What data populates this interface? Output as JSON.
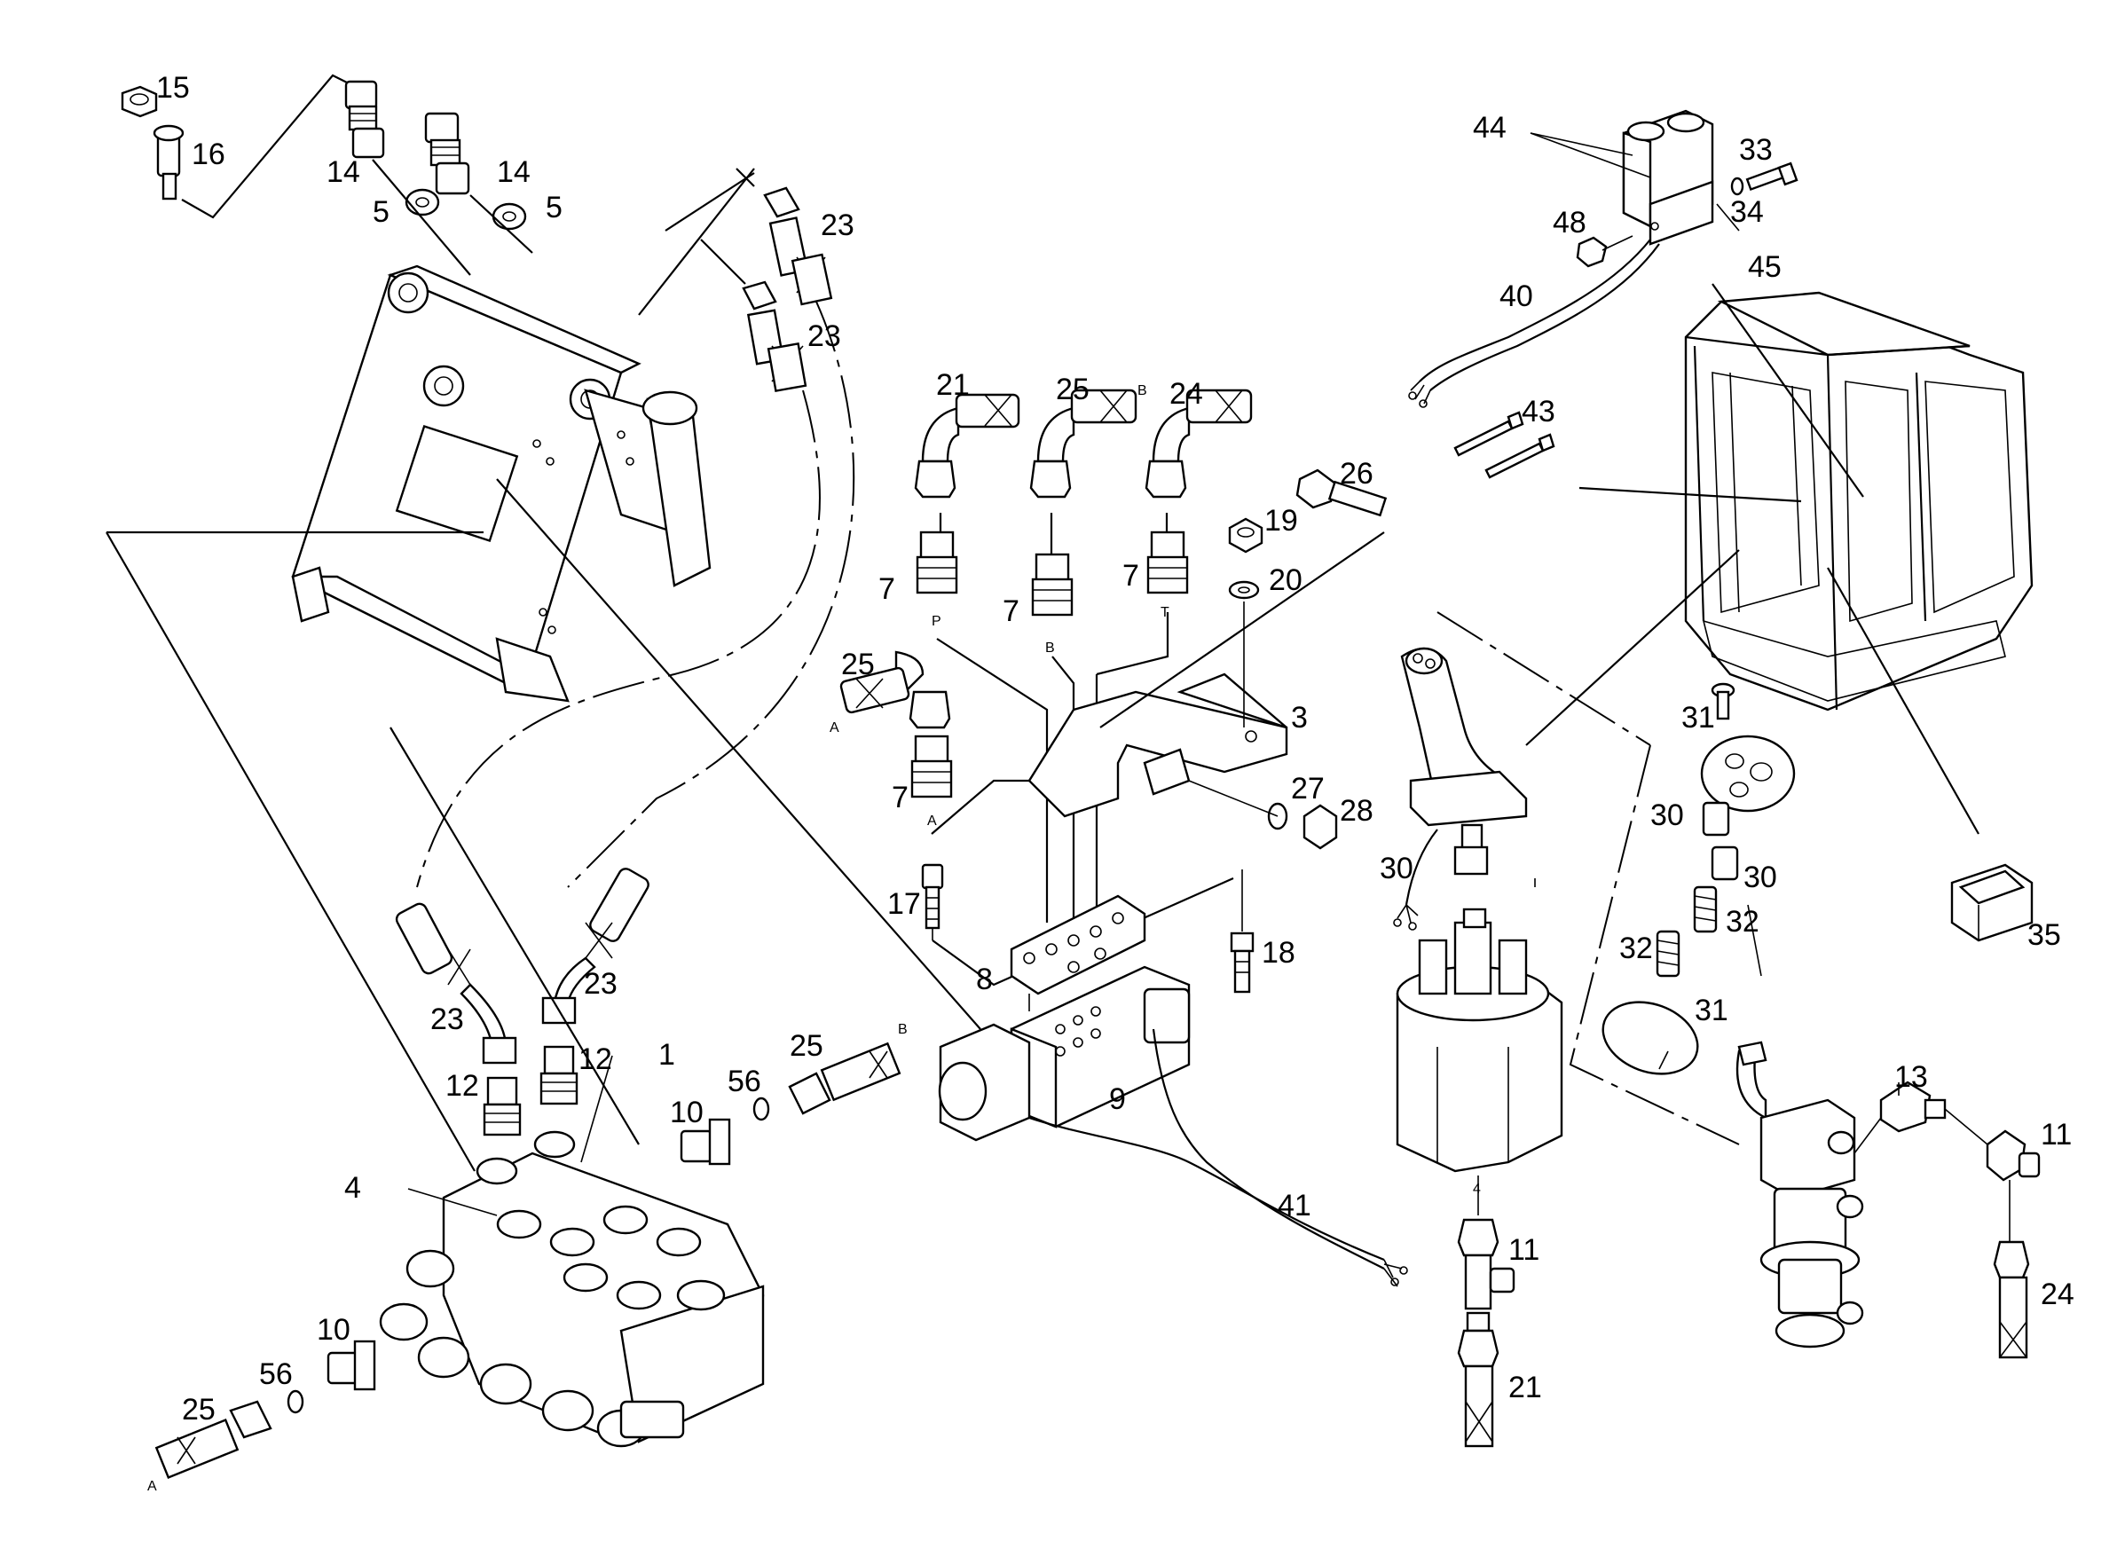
{
  "callouts": [
    {
      "id": "c15",
      "text": "15"
    },
    {
      "id": "c16",
      "text": "16"
    },
    {
      "id": "c14a",
      "text": "14"
    },
    {
      "id": "c14b",
      "text": "14"
    },
    {
      "id": "c5a",
      "text": "5"
    },
    {
      "id": "c5b",
      "text": "5"
    },
    {
      "id": "c23a",
      "text": "23"
    },
    {
      "id": "c23b",
      "text": "23"
    },
    {
      "id": "c23c",
      "text": "23"
    },
    {
      "id": "c23d",
      "text": "23"
    },
    {
      "id": "c21a",
      "text": "21"
    },
    {
      "id": "c25a",
      "text": "25"
    },
    {
      "id": "c24a",
      "text": "24"
    },
    {
      "id": "c7a",
      "text": "7"
    },
    {
      "id": "c7b",
      "text": "7"
    },
    {
      "id": "c7c",
      "text": "7"
    },
    {
      "id": "c7d",
      "text": "7"
    },
    {
      "id": "c25b",
      "text": "25"
    },
    {
      "id": "c26",
      "text": "26"
    },
    {
      "id": "c19",
      "text": "19"
    },
    {
      "id": "c20",
      "text": "20"
    },
    {
      "id": "c3",
      "text": "3"
    },
    {
      "id": "c27",
      "text": "27"
    },
    {
      "id": "c28",
      "text": "28"
    },
    {
      "id": "c17",
      "text": "17"
    },
    {
      "id": "c18",
      "text": "18"
    },
    {
      "id": "c8",
      "text": "8"
    },
    {
      "id": "c9",
      "text": "9"
    },
    {
      "id": "c41",
      "text": "41"
    },
    {
      "id": "c12a",
      "text": "12"
    },
    {
      "id": "c12b",
      "text": "12"
    },
    {
      "id": "c1",
      "text": "1"
    },
    {
      "id": "c4a",
      "text": "4"
    },
    {
      "id": "c10a",
      "text": "10"
    },
    {
      "id": "c56a",
      "text": "56"
    },
    {
      "id": "c25c",
      "text": "25"
    },
    {
      "id": "c10b",
      "text": "10"
    },
    {
      "id": "c56b",
      "text": "56"
    },
    {
      "id": "c25d",
      "text": "25"
    },
    {
      "id": "c44",
      "text": "44"
    },
    {
      "id": "c33",
      "text": "33"
    },
    {
      "id": "c34",
      "text": "34"
    },
    {
      "id": "c48",
      "text": "48"
    },
    {
      "id": "c45",
      "text": "45"
    },
    {
      "id": "c40",
      "text": "40"
    },
    {
      "id": "c43",
      "text": "43"
    },
    {
      "id": "c30a",
      "text": "30"
    },
    {
      "id": "c31a",
      "text": "31"
    },
    {
      "id": "c30b",
      "text": "30"
    },
    {
      "id": "c30c",
      "text": "30"
    },
    {
      "id": "c32a",
      "text": "32"
    },
    {
      "id": "c32b",
      "text": "32"
    },
    {
      "id": "c31b",
      "text": "31"
    },
    {
      "id": "c35",
      "text": "35"
    },
    {
      "id": "c13",
      "text": "13"
    },
    {
      "id": "c11a",
      "text": "11"
    },
    {
      "id": "c11b",
      "text": "11"
    },
    {
      "id": "c24b",
      "text": "24"
    },
    {
      "id": "c21b",
      "text": "21"
    },
    {
      "id": "c4b",
      "text": "4"
    }
  ],
  "port_letters": [
    {
      "id": "pP",
      "text": "P"
    },
    {
      "id": "pB",
      "text": "B"
    },
    {
      "id": "pT",
      "text": "T"
    },
    {
      "id": "pA",
      "text": "A"
    },
    {
      "id": "pA2",
      "text": "A"
    },
    {
      "id": "pB2",
      "text": "B"
    },
    {
      "id": "pB3",
      "text": "B"
    },
    {
      "id": "pA3",
      "text": "A"
    }
  ]
}
